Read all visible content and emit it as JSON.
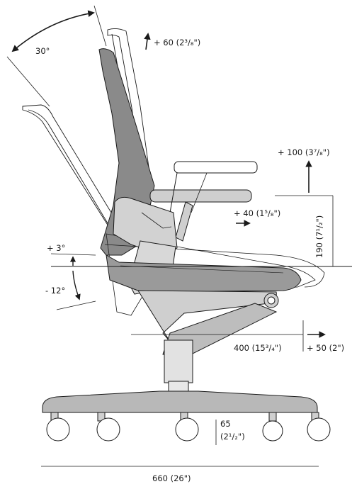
{
  "dimensions": {
    "recline_angle": "30°",
    "back_height": "+ 60 (2³/₈\")",
    "arm_height": "+ 100 (3⁷/₈\")",
    "arm_depth": "+ 40 (1⁵/₈\")",
    "arm_range": "190 (7¹/₂\")",
    "seat_tilt_up": "+ 3°",
    "seat_tilt_down": "- 12°",
    "seat_depth": "400 (15³/₄\")",
    "seat_depth_adjust": "+ 50 (2\")",
    "caster_height_value": "65",
    "caster_height_inch": "(2¹/₂\")",
    "base_width": "660 (26\")"
  },
  "colors": {
    "line": "#1a1a1a",
    "mesh": "#8a8a8a",
    "frame": "#cfcfcf",
    "base": "#b8b8b8"
  }
}
